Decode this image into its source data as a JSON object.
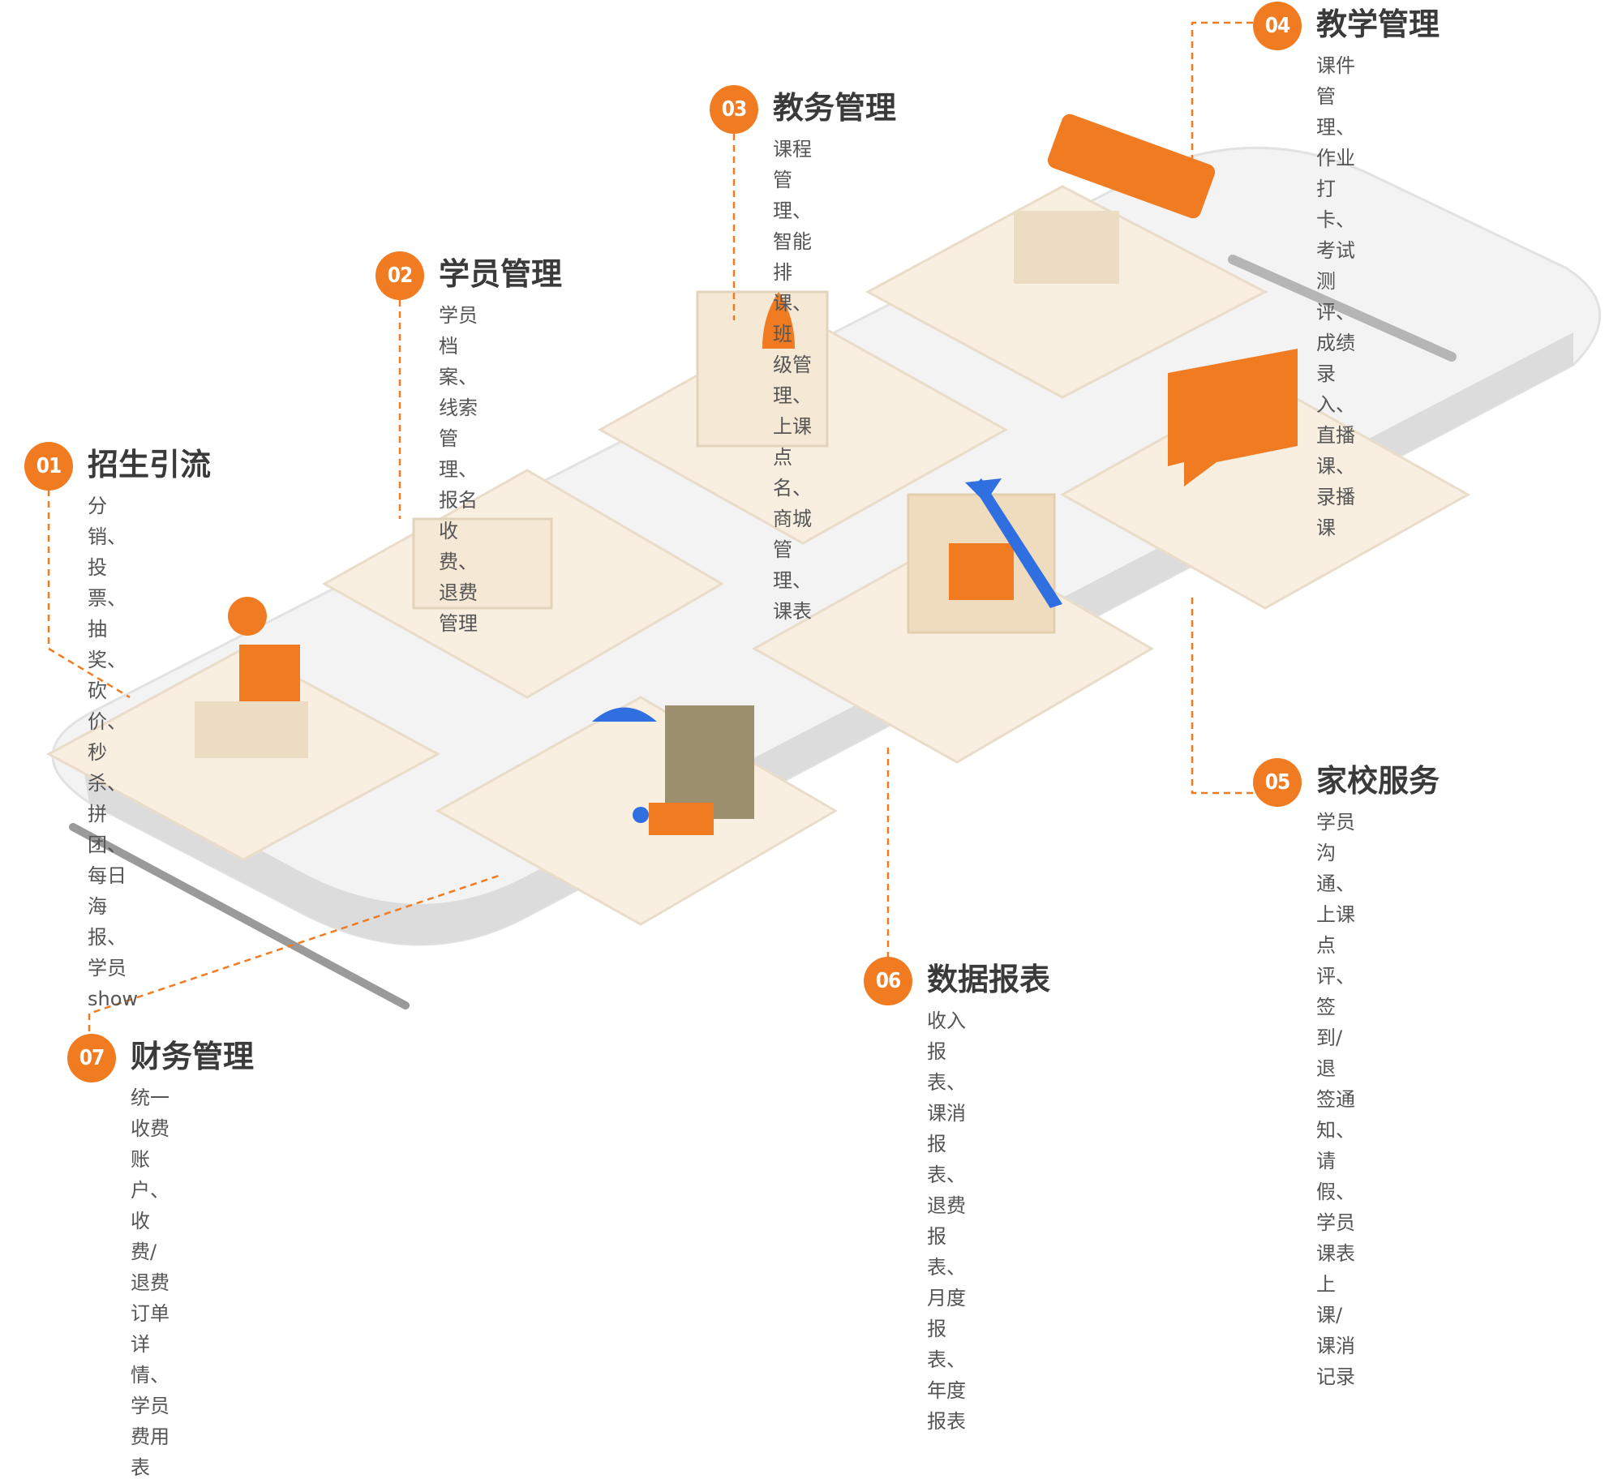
{
  "modules": [
    {
      "number": "01",
      "title": "招生引流",
      "lines": [
        "分销、投票、抽奖、砍",
        "价、秒杀、拼团、每日",
        "海报、学员show"
      ]
    },
    {
      "number": "02",
      "title": "学员管理",
      "lines": [
        "学员档案、线索管理、",
        "报名收费、退费管理"
      ]
    },
    {
      "number": "03",
      "title": "教务管理",
      "lines": [
        "课程管理、智能排课、班",
        "级管理、上课点名、商城",
        "管理、课表"
      ]
    },
    {
      "number": "04",
      "title": "教学管理",
      "lines": [
        "课件管理、作业打卡、考试测",
        "评、成绩录入、直播课、录播",
        "课"
      ]
    },
    {
      "number": "05",
      "title": "家校服务",
      "lines": [
        "学员沟通、上课点评、签到/退",
        "签通知、请假、学员课表 上课/",
        "课消记录"
      ]
    },
    {
      "number": "06",
      "title": "数据报表",
      "lines": [
        "收入报表、课消报表、退费报",
        "表、月度报表、年度报表"
      ]
    },
    {
      "number": "07",
      "title": "财务管理",
      "lines": [
        "统一收费账户、收费/退费订单",
        "详情、学员费用表"
      ]
    }
  ],
  "colors": {
    "accent": "#f07b20",
    "tile": "#f8efe1",
    "tile_edge": "#e9dcc8",
    "phone": "#f1f1f1",
    "arrow": "#2f6fe0"
  }
}
